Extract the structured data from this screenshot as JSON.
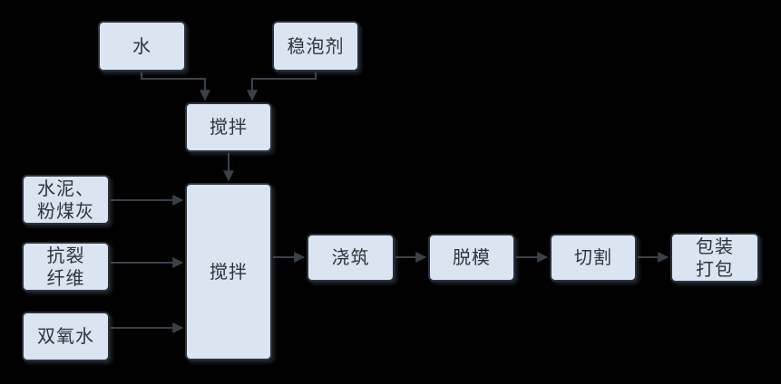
{
  "diagram": {
    "type": "flowchart",
    "colors": {
      "background": "#000000",
      "node_fill": "#dbe5f2",
      "node_border": "#29323e",
      "connector": "#3b4149",
      "text": "#2f343a"
    },
    "nodes": {
      "water": {
        "label": "水"
      },
      "stabilizer": {
        "label": "稳泡剂"
      },
      "mix1": {
        "label": "搅拌"
      },
      "mix2": {
        "label": "搅拌"
      },
      "cement": {
        "label": "水泥、\n粉煤灰"
      },
      "fiber": {
        "label": "抗裂\n纤维"
      },
      "peroxide": {
        "label": "双氧水"
      },
      "pouring": {
        "label": "浇筑"
      },
      "demolding": {
        "label": "脱模"
      },
      "cutting": {
        "label": "切割"
      },
      "packing": {
        "label": "包装\n打包"
      }
    },
    "edges": [
      {
        "from": "water",
        "to": "mix1"
      },
      {
        "from": "stabilizer",
        "to": "mix1"
      },
      {
        "from": "mix1",
        "to": "mix2"
      },
      {
        "from": "cement",
        "to": "mix2"
      },
      {
        "from": "fiber",
        "to": "mix2"
      },
      {
        "from": "peroxide",
        "to": "mix2"
      },
      {
        "from": "mix2",
        "to": "pouring"
      },
      {
        "from": "pouring",
        "to": "demolding"
      },
      {
        "from": "demolding",
        "to": "cutting"
      },
      {
        "from": "cutting",
        "to": "packing"
      }
    ]
  }
}
